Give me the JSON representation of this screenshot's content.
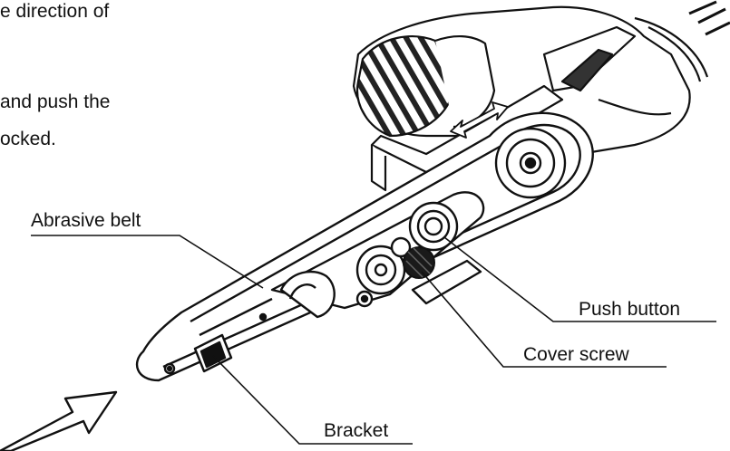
{
  "text_fragments": [
    "e direction of",
    "and push the",
    "ocked."
  ],
  "callouts": {
    "abrasive_belt": "Abrasive belt",
    "push_button": "Push button",
    "cover_screw": "Cover screw",
    "bracket": "Bracket"
  },
  "colors": {
    "line": "#111111",
    "fill_dark": "#1a1a1a",
    "fill_light": "#ffffff"
  }
}
